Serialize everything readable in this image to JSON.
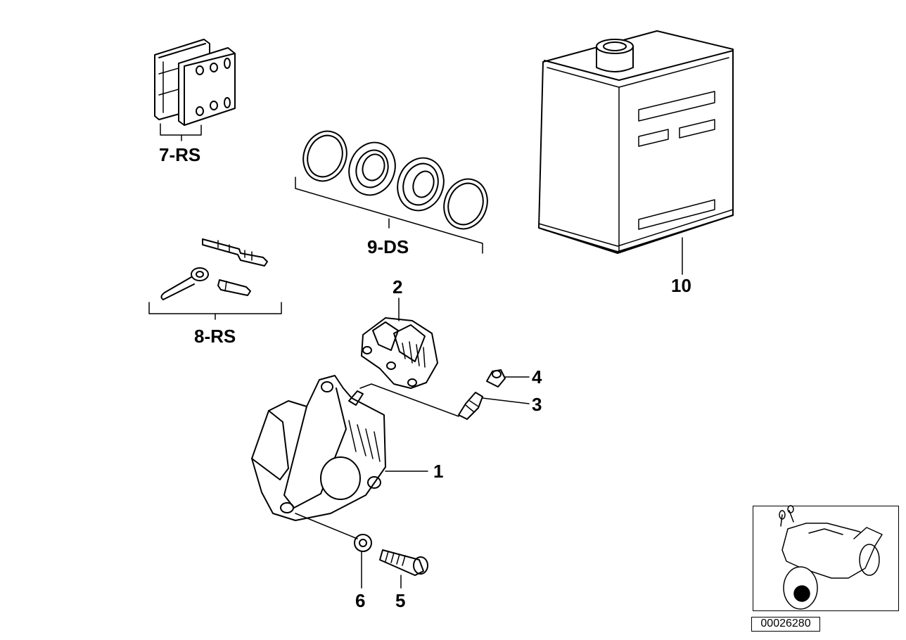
{
  "labels": {
    "part_1": "1",
    "part_2": "2",
    "part_3": "3",
    "part_4": "4",
    "part_5": "5",
    "part_6": "6",
    "part_7": "7-RS",
    "part_8": "8-RS",
    "part_9": "9-DS",
    "part_10": "10"
  },
  "diagram_id": "00026280"
}
